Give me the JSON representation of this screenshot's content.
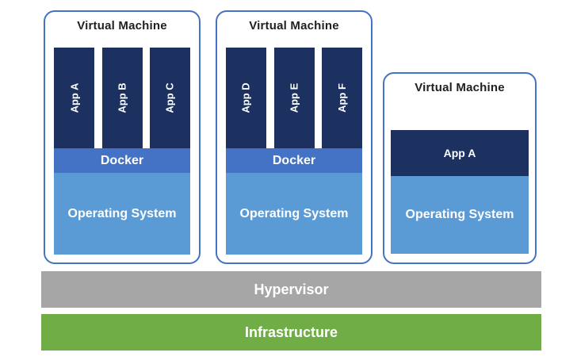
{
  "colors": {
    "navy": "#1d3160",
    "docker_blue": "#4472c4",
    "os_blue": "#5b9bd5",
    "border_blue": "#4472c4",
    "hypervisor_gray": "#a6a6a6",
    "infrastructure_green": "#70ad47",
    "title_text": "#212121",
    "bar_text": "#ffffff"
  },
  "vms": [
    {
      "title": "Virtual Machine",
      "apps": [
        "App A",
        "App B",
        "App C"
      ],
      "docker_label": "Docker",
      "os_label": "Operating System"
    },
    {
      "title": "Virtual Machine",
      "apps": [
        "App D",
        "App E",
        "App F"
      ],
      "docker_label": "Docker",
      "os_label": "Operating System"
    },
    {
      "title": "Virtual Machine",
      "apps": [
        "App A"
      ],
      "os_label": "Operating System"
    }
  ],
  "layers": {
    "hypervisor_label": "Hypervisor",
    "infrastructure_label": "Infrastructure"
  }
}
